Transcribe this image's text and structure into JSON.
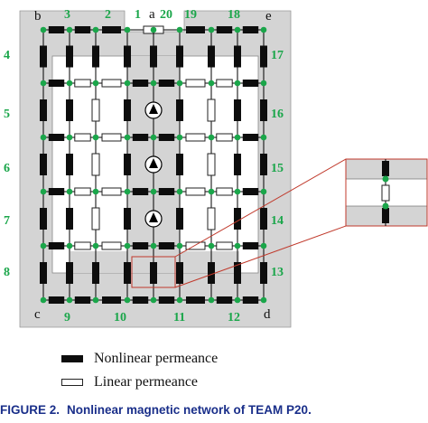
{
  "diagram": {
    "corner_labels": [
      "a",
      "b",
      "c",
      "d",
      "e"
    ],
    "node_numbers": [
      "1",
      "2",
      "3",
      "4",
      "5",
      "6",
      "7",
      "8",
      "9",
      "10",
      "11",
      "12",
      "13",
      "14",
      "15",
      "16",
      "17",
      "18",
      "19",
      "20"
    ],
    "colors": {
      "frame_gray": "#d4d4d4",
      "node_green": "#1aa64a",
      "permeance_black": "#0d0d0d",
      "callout_red": "#c0392b"
    }
  },
  "legend": {
    "nonlinear_label": "Nonlinear permeance",
    "linear_label": "Linear permeance"
  },
  "caption": {
    "figure_label": "FIGURE 2.",
    "text": "Nonlinear magnetic network of TEAM P20."
  }
}
